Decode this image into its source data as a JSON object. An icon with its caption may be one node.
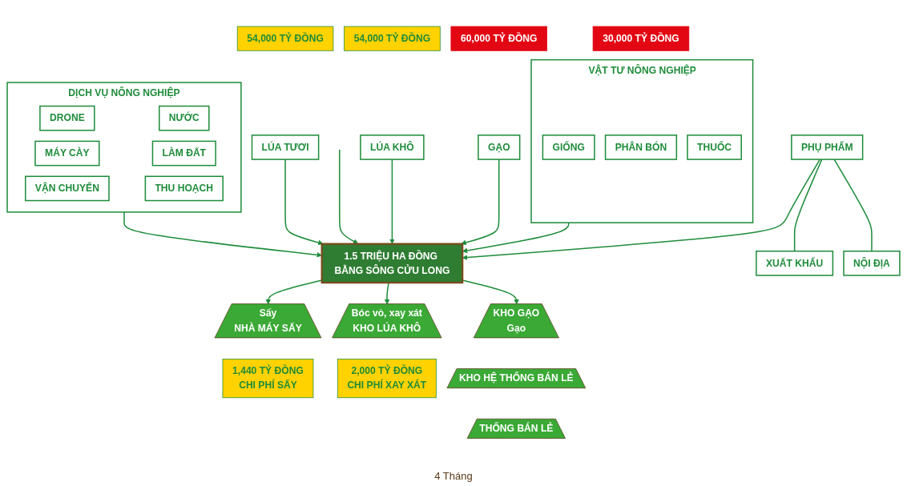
{
  "diagram": {
    "nodes": [
      {
        "text": [
          "30,000 TỶ ĐỒNG"
        ]
      },
      {
        "text": [
          "VẬT TƯ NÔNG NGHIỆP"
        ]
      },
      {
        "text": [
          "GIỐNG"
        ],
        "in": 1
      },
      {
        "text": [
          "PHÂN BÓN"
        ],
        "in": 1
      },
      {
        "text": [
          "THUỐC"
        ],
        "in": 1
      },
      {
        "text": [
          "54,000 TỶ ĐỒNG"
        ]
      },
      {
        "text": [
          "LÚA TƯƠI"
        ]
      },
      {
        "text": [
          "54,000 TỶ ĐỒNG"
        ]
      },
      {
        "text": [
          "LÚA KHÔ"
        ]
      },
      {
        "text": [
          "60,000 TỶ ĐỒNG"
        ]
      },
      {
        "text": [
          "GẠO"
        ]
      },
      {
        "text": [
          "PHỤ PHẨM"
        ]
      },
      {
        "text": [
          "XUẤT KHẨU"
        ]
      },
      {
        "text": [
          "NỘI ĐỊA"
        ]
      },
      {
        "text": [
          "1.5 TRIỆU HA ĐỒNG BẰNG SÔNG CỬU LONG"
        ]
      },
      {
        "text": [
          "DỊCH VỤ NÔNG NGHIỆP"
        ]
      },
      {
        "text": [
          "DRONE"
        ],
        "in": 15
      },
      {
        "text": [
          "MÁY CÀY"
        ],
        "in": 15
      },
      {
        "text": [
          "VẬN CHUYỂN"
        ],
        "in": 15
      },
      {
        "text": [
          "NƯỚC"
        ],
        "in": 15
      },
      {
        "text": [
          "LÀM ĐẤT"
        ],
        "in": 15
      },
      {
        "text": [
          "THU HOẠCH"
        ],
        "in": 15
      },
      {
        "text": [
          "Sấy",
          "NHÀ MÁY SẤY"
        ]
      },
      {
        "text": [
          "1,440 TỶ ĐỒNG",
          "CHI PHÍ SẤY"
        ]
      },
      {
        "text": [
          "Bóc vỏ, xay xát",
          "KHO LÚA KHÔ"
        ]
      },
      {
        "text": [
          "2,000 TỶ ĐỒNG",
          "CHI PHÍ XAY XÁT"
        ]
      },
      {
        "text": [
          "KHO GẠO",
          "Gạo"
        ]
      },
      {
        "text": [
          "KHO HỆ THỐNG BÁN LẺ"
        ]
      },
      {
        "text": [
          "THỐNG BÁN LẺ"
        ]
      }
    ],
    "edges": [
      {
        "from": 1,
        "to": 14,
        "arrow": "to"
      },
      {
        "from": 15,
        "to": 14,
        "arrow": "to"
      },
      {
        "from": null,
        "to": 14,
        "arrow": "to"
      },
      {
        "from": 6,
        "to": 14,
        "arrow": "to"
      },
      {
        "from": 8,
        "to": 14,
        "arrow": "to"
      },
      {
        "from": 10,
        "to": 14,
        "arrow": "to"
      },
      {
        "from": 11,
        "to": 14,
        "arrow": "to"
      },
      {
        "from": 11,
        "to": 12,
        "arrow": "none"
      },
      {
        "from": 11,
        "to": 13,
        "arrow": "none"
      },
      {
        "from": 14,
        "to": 22,
        "arrow": "to"
      },
      {
        "from": 14,
        "to": 24,
        "arrow": "to"
      },
      {
        "from": 14,
        "to": 26,
        "arrow": "to"
      }
    ],
    "labels": [
      "4 Tháng"
    ]
  }
}
